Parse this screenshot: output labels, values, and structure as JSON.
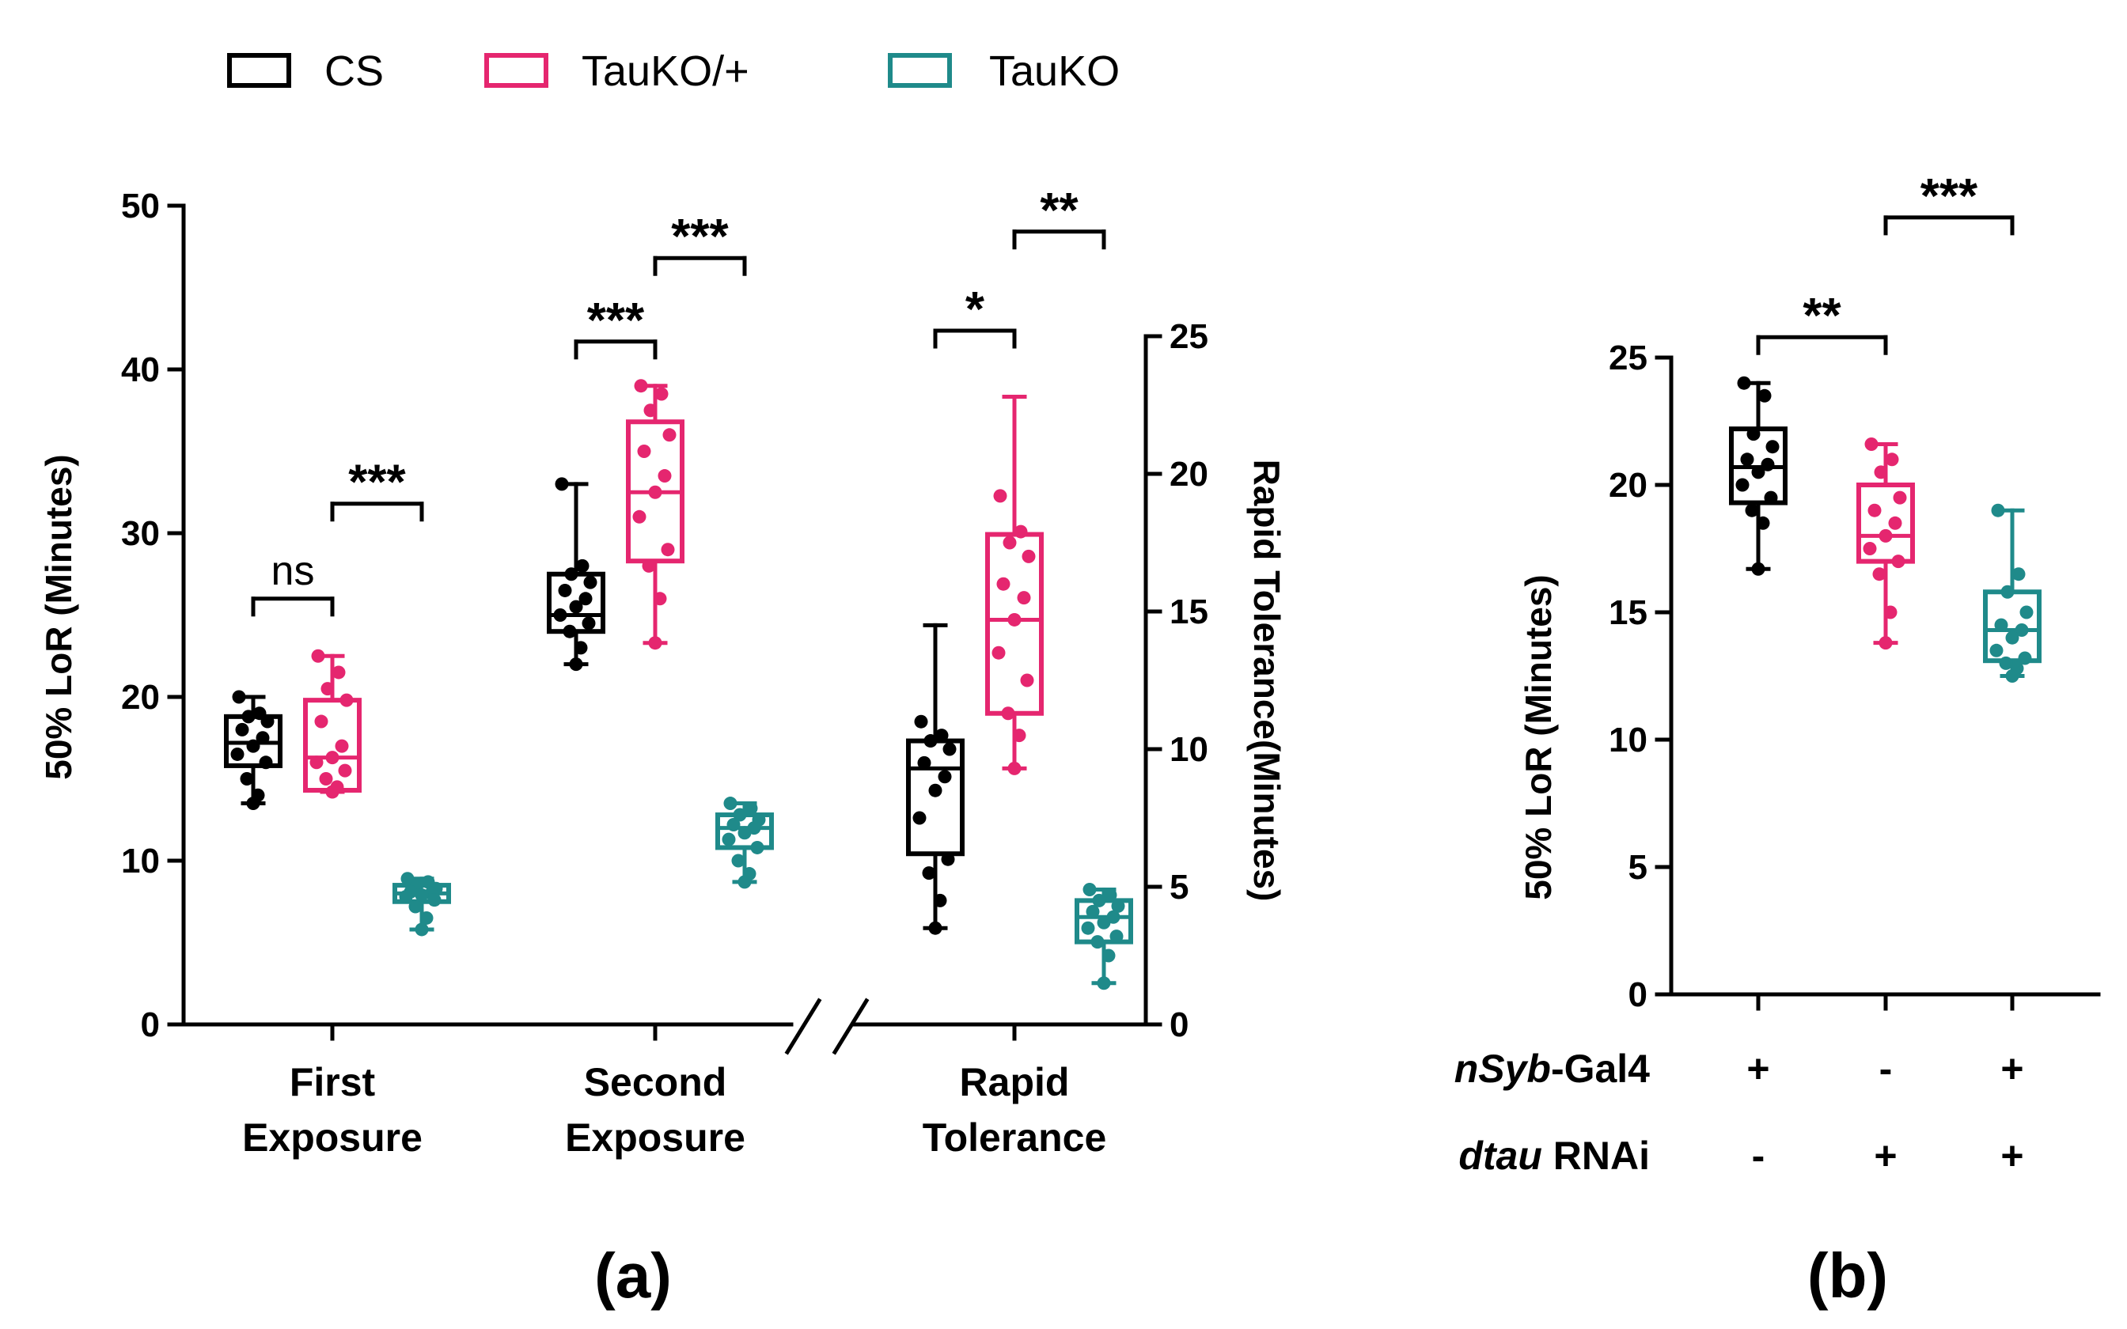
{
  "legend": [
    {
      "name": "CS",
      "color": "#000000"
    },
    {
      "name": "TauKO/+",
      "color": "#e5266f"
    },
    {
      "name": "TauKO",
      "color": "#1f8a8a"
    }
  ],
  "chart_data": [
    {
      "panel_label": "(a)",
      "type": "box",
      "ylabel_left": "50% LoR (Minutes)",
      "ylabel_right": "Rapid Tolerance(Minutes)",
      "ylim_left": [
        0,
        50
      ],
      "yticks_left": [
        0,
        10,
        20,
        30,
        40,
        50
      ],
      "ylim_right": [
        0,
        25
      ],
      "yticks_right": [
        0,
        5,
        10,
        15,
        20,
        25
      ],
      "categories": [
        {
          "line1": "First",
          "line2": "Exposure",
          "axis": "left"
        },
        {
          "line1": "Second",
          "line2": "Exposure",
          "axis": "left"
        },
        {
          "line1": "Rapid",
          "line2": "Tolerance",
          "axis": "right"
        }
      ],
      "groups": [
        {
          "series": [
            {
              "name": "CS",
              "min": 13.5,
              "q1": 15.8,
              "median": 17.2,
              "q3": 18.8,
              "max": 20.0,
              "points": [
                20.0,
                19.0,
                18.8,
                18.5,
                18.0,
                17.5,
                17.0,
                16.5,
                16.0,
                15.0,
                14.0,
                13.5
              ]
            },
            {
              "name": "TauKO/+",
              "min": 14.2,
              "q1": 14.3,
              "median": 16.3,
              "q3": 19.8,
              "max": 22.5,
              "points": [
                22.5,
                21.5,
                20.5,
                19.8,
                18.5,
                17.0,
                16.3,
                16.0,
                15.5,
                15.0,
                14.5,
                14.2
              ]
            },
            {
              "name": "TauKO",
              "min": 5.8,
              "q1": 7.5,
              "median": 8.0,
              "q3": 8.5,
              "max": 8.9,
              "points": [
                8.9,
                8.7,
                8.5,
                8.3,
                8.1,
                8.0,
                7.9,
                7.8,
                7.6,
                7.2,
                6.5,
                5.8
              ]
            }
          ],
          "brackets": [
            {
              "from": 0,
              "to": 1,
              "y": 26.0,
              "text": "ns"
            },
            {
              "from": 1,
              "to": 2,
              "y": 31.8,
              "text": "***"
            }
          ]
        },
        {
          "series": [
            {
              "name": "CS",
              "min": 22.0,
              "q1": 24.0,
              "median": 25.0,
              "q3": 27.5,
              "max": 33.0,
              "points": [
                33.0,
                28.0,
                27.5,
                27.0,
                26.5,
                26.0,
                25.5,
                25.0,
                24.5,
                24.0,
                23.0,
                22.0
              ]
            },
            {
              "name": "TauKO/+",
              "min": 23.3,
              "q1": 28.3,
              "median": 32.5,
              "q3": 36.8,
              "max": 39.0,
              "points": [
                39.0,
                38.5,
                37.5,
                36.0,
                35.0,
                33.5,
                32.5,
                31.0,
                29.0,
                28.0,
                26.0,
                23.3
              ]
            },
            {
              "name": "TauKO",
              "min": 8.7,
              "q1": 10.8,
              "median": 12.0,
              "q3": 12.8,
              "max": 13.5,
              "points": [
                13.5,
                13.2,
                12.8,
                12.5,
                12.2,
                12.0,
                11.7,
                11.3,
                10.8,
                10.0,
                9.2,
                8.7
              ]
            }
          ],
          "brackets": [
            {
              "from": 0,
              "to": 1,
              "y": 41.7,
              "text": "***"
            },
            {
              "from": 1,
              "to": 2,
              "y": 46.8,
              "text": "***"
            }
          ]
        },
        {
          "series": [
            {
              "name": "CS",
              "min": 3.5,
              "q1": 6.2,
              "median": 9.3,
              "q3": 10.3,
              "max": 14.5,
              "points": [
                11.0,
                10.5,
                10.3,
                10.0,
                9.5,
                9.0,
                8.5,
                7.5,
                6.0,
                5.5,
                4.5,
                3.5
              ]
            },
            {
              "name": "TauKO/+",
              "min": 9.3,
              "q1": 11.3,
              "median": 14.7,
              "q3": 17.8,
              "max": 22.8,
              "points": [
                19.2,
                17.9,
                17.5,
                17.0,
                16.0,
                15.5,
                14.7,
                13.5,
                12.5,
                11.3,
                10.5,
                9.3
              ]
            },
            {
              "name": "TauKO",
              "min": 1.5,
              "q1": 3.0,
              "median": 3.9,
              "q3": 4.5,
              "max": 4.9,
              "points": [
                4.9,
                4.7,
                4.5,
                4.3,
                4.1,
                3.9,
                3.7,
                3.5,
                3.2,
                3.0,
                2.5,
                1.5
              ]
            }
          ],
          "brackets": [
            {
              "from": 0,
              "to": 1,
              "y": 25.2,
              "text": "*"
            },
            {
              "from": 1,
              "to": 2,
              "y": 28.8,
              "text": "**"
            }
          ]
        }
      ]
    },
    {
      "panel_label": "(b)",
      "type": "box",
      "ylabel": "50% LoR (Minutes)",
      "ylim": [
        0,
        25
      ],
      "yticks": [
        0,
        5,
        10,
        15,
        20,
        25
      ],
      "row_labels": [
        {
          "italic": "nSyb",
          "rest": "-Gal4"
        },
        {
          "italic": "dtau",
          "rest": " RNAi"
        }
      ],
      "conditions": [
        {
          "row1": "+",
          "row2": "-"
        },
        {
          "row1": "-",
          "row2": "+"
        },
        {
          "row1": "+",
          "row2": "+"
        }
      ],
      "series": [
        {
          "name": "CS",
          "min": 16.7,
          "q1": 19.3,
          "median": 20.7,
          "q3": 22.2,
          "max": 24.0,
          "points": [
            24.0,
            23.5,
            22.0,
            21.5,
            21.0,
            20.8,
            20.5,
            20.0,
            19.5,
            19.0,
            18.5,
            16.7
          ]
        },
        {
          "name": "TauKO/+",
          "min": 13.8,
          "q1": 17.0,
          "median": 18.0,
          "q3": 20.0,
          "max": 21.6,
          "points": [
            21.6,
            21.0,
            20.5,
            19.5,
            19.0,
            18.5,
            18.0,
            17.5,
            17.0,
            16.5,
            15.0,
            13.8
          ]
        },
        {
          "name": "TauKO",
          "min": 12.5,
          "q1": 13.1,
          "median": 14.3,
          "q3": 15.8,
          "max": 19.0,
          "points": [
            19.0,
            16.5,
            15.8,
            15.0,
            14.5,
            14.3,
            14.0,
            13.5,
            13.2,
            13.0,
            12.8,
            12.5
          ]
        }
      ],
      "brackets": [
        {
          "from": 0,
          "to": 1,
          "y": 25.8,
          "text": "**"
        },
        {
          "from": 1,
          "to": 2,
          "y": 30.5,
          "text": "***"
        }
      ]
    }
  ]
}
